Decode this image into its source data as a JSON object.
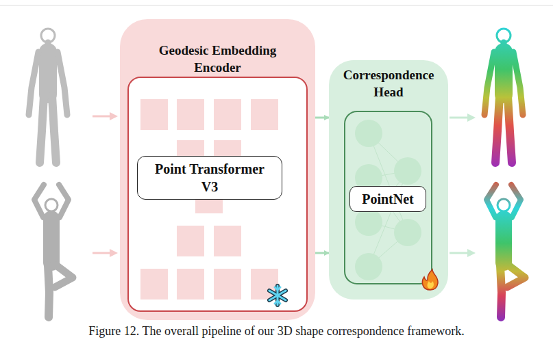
{
  "diagram": {
    "caption": "Figure 12. The overall pipeline of our 3D shape correspondence framework.",
    "nodes": [
      {
        "text": [
          "Geodesic Embedding Encoder"
        ]
      },
      {
        "text": [
          "Point Transformer V3"
        ],
        "in": 0
      },
      {
        "text": [
          "Correspondence Head"
        ]
      },
      {
        "text": [
          "PointNet"
        ],
        "in": 2
      }
    ],
    "edges": [
      {
        "from": 0,
        "to": 2,
        "arrow": "to"
      },
      {
        "from": 0,
        "to": 2,
        "arrow": "to"
      }
    ]
  }
}
